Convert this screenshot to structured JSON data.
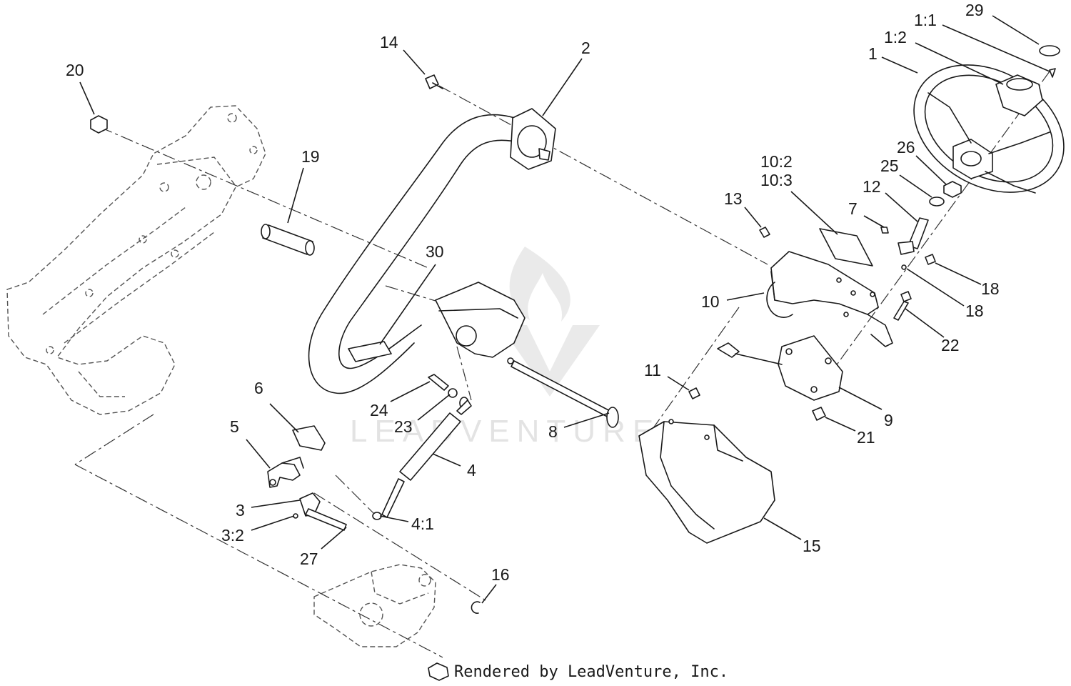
{
  "watermark": {
    "text": "LEADVENTURE"
  },
  "credit": "Rendered by LeadVenture, Inc.",
  "callouts": [
    "29",
    "1:1",
    "1:2",
    "1",
    "14",
    "2",
    "20",
    "19",
    "30",
    "13",
    "10:2",
    "10:3",
    "12",
    "7",
    "26",
    "25",
    "18",
    "18",
    "10",
    "22",
    "11",
    "9",
    "21",
    "6",
    "5",
    "24",
    "23",
    "8",
    "4",
    "3",
    "3:2",
    "4:1",
    "27",
    "16",
    "15"
  ]
}
